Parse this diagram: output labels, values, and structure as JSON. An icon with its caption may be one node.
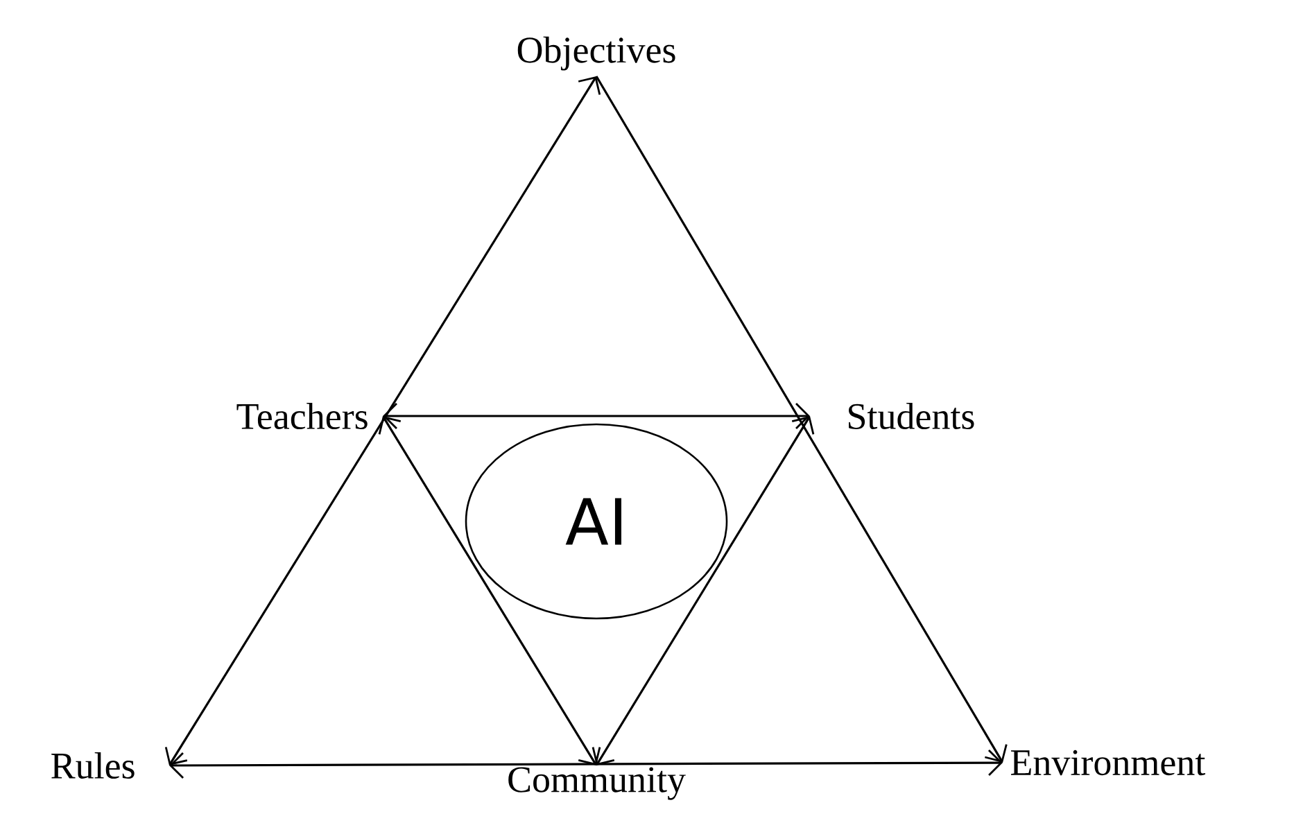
{
  "diagram": {
    "nodes": [
      {
        "text": [
          "Objectives"
        ]
      },
      {
        "text": [
          "Teachers"
        ]
      },
      {
        "text": [
          "Students"
        ]
      },
      {
        "text": [
          "Rules"
        ]
      },
      {
        "text": [
          "Community"
        ]
      },
      {
        "text": [
          "Environment"
        ]
      },
      {
        "text": [
          "AI"
        ]
      }
    ],
    "edges": [
      {
        "from": 3,
        "to": 0,
        "arrow": "both"
      },
      {
        "from": 0,
        "to": 5,
        "arrow": "to"
      },
      {
        "from": 3,
        "to": 5,
        "arrow": "both"
      },
      {
        "from": 1,
        "to": 2,
        "arrow": "both"
      },
      {
        "from": 1,
        "to": 4,
        "arrow": "both"
      },
      {
        "from": 2,
        "to": 4,
        "arrow": "both"
      }
    ]
  }
}
